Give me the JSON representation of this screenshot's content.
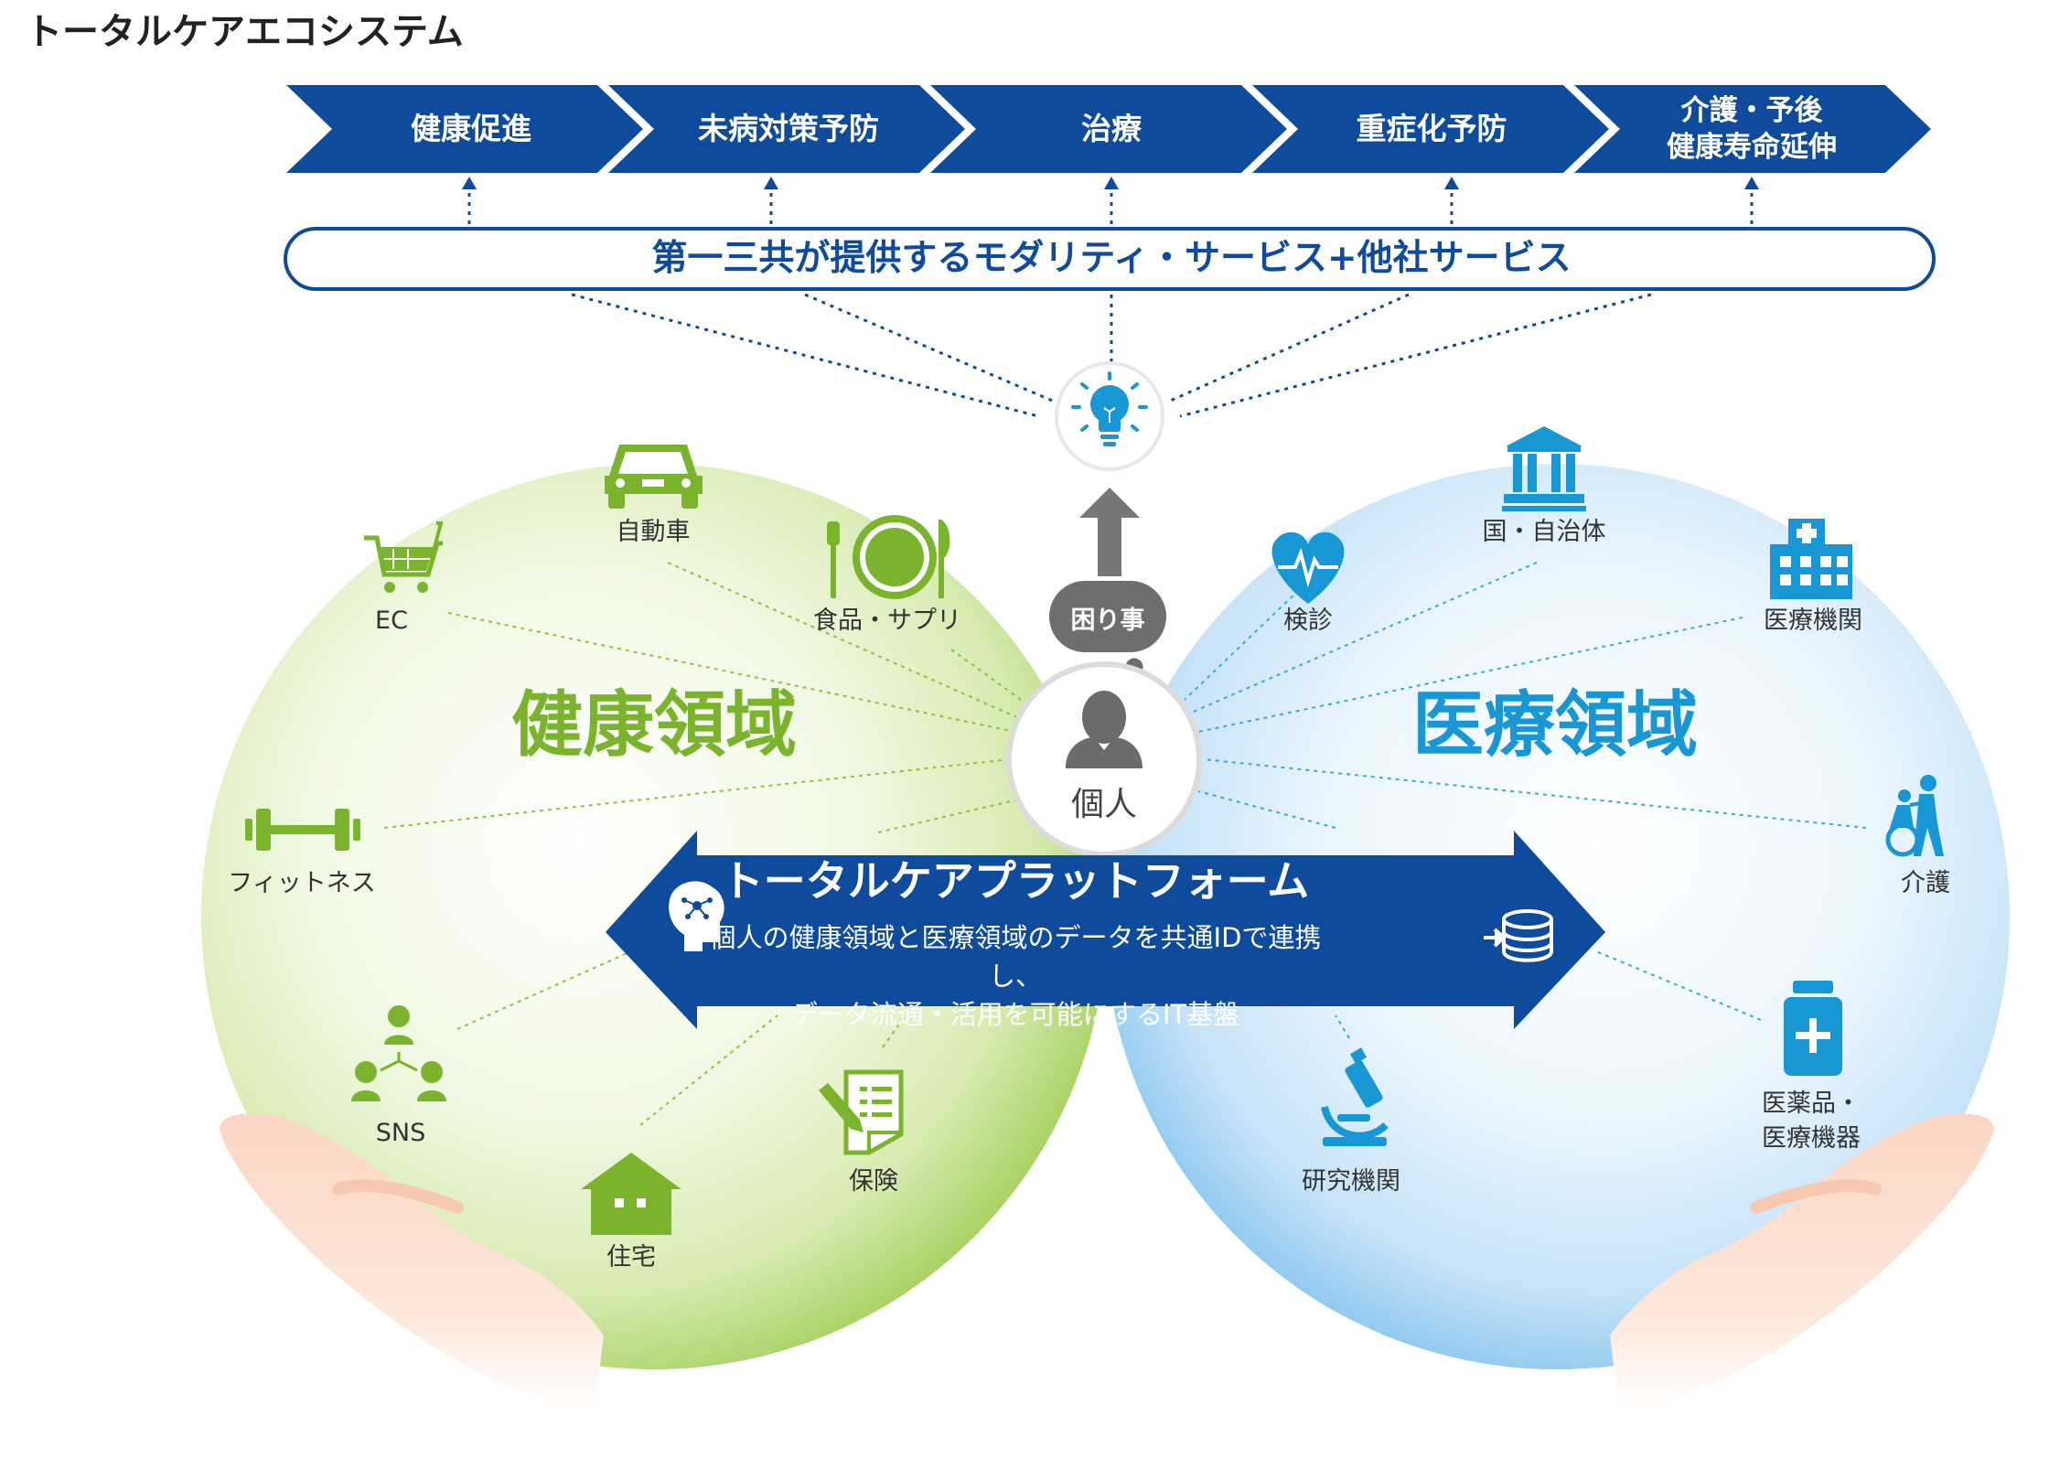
{
  "title": "トータルケアエコシステム",
  "stages": [
    "健康促進",
    "未病対策予防",
    "治療",
    "重症化予防",
    "介護・予後\n健康寿命延伸"
  ],
  "service_bar": "第一三共が提供するモダリティ・サービス+他社サービス",
  "bubble": "困り事",
  "person": "個人",
  "health_domain": {
    "title": "健康領域",
    "items": [
      "自動車",
      "EC",
      "食品・サプリ",
      "フィットネス",
      "SNS",
      "住宅",
      "保険"
    ]
  },
  "medical_domain": {
    "title": "医療領域",
    "items": [
      "国・自治体",
      "検診",
      "医療機関",
      "介護",
      "医薬品・\n医療機器",
      "研究機関"
    ]
  },
  "platform": {
    "title": "トータルケアプラットフォーム",
    "description": "個人の健康領域と医療領域のデータを共通IDで連携し、\nデータ流通・活用を可能にするIT基盤"
  },
  "colors": {
    "navy": "#0f4b9d",
    "green": "#7ab42c",
    "blue": "#1797d4",
    "gray": "#6e6e6e"
  },
  "icons": [
    "car-icon",
    "cart-icon",
    "plate-icon",
    "dumbbell-icon",
    "people-network-icon",
    "house-icon",
    "document-pen-icon",
    "building-columns-icon",
    "heart-pulse-icon",
    "hospital-icon",
    "wheelchair-icon",
    "medicine-bottle-icon",
    "microscope-icon",
    "lightbulb-icon",
    "person-icon",
    "brain-network-icon",
    "database-icon"
  ]
}
